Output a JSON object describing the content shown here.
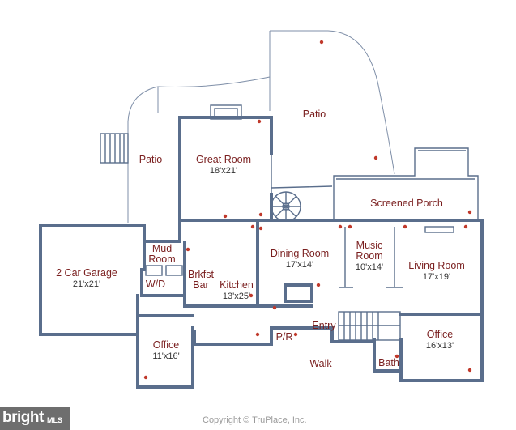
{
  "floor_plan": {
    "rooms": [
      {
        "id": "patio-upper",
        "name": "Patio",
        "dims": ""
      },
      {
        "id": "patio-left",
        "name": "Patio",
        "dims": ""
      },
      {
        "id": "great-room",
        "name": "Great Room",
        "dims": "18'x21'"
      },
      {
        "id": "screened-porch",
        "name": "Screened Porch",
        "dims": ""
      },
      {
        "id": "mud-room",
        "name": "Mud",
        "name2": "Room",
        "dims": ""
      },
      {
        "id": "two-car-garage",
        "name": "2 Car Garage",
        "dims": "21'x21'"
      },
      {
        "id": "washer-dryer",
        "name": "W/D",
        "dims": ""
      },
      {
        "id": "breakfast-bar",
        "name": "Brkfst",
        "name2": "Bar",
        "dims": ""
      },
      {
        "id": "kitchen",
        "name": "Kitchen",
        "dims": "13'x25'"
      },
      {
        "id": "dining-room",
        "name": "Dining Room",
        "dims": "17'x14'"
      },
      {
        "id": "music-room",
        "name": "Music",
        "name2": "Room",
        "dims": "10'x14'"
      },
      {
        "id": "living-room",
        "name": "Living Room",
        "dims": "17'x19'"
      },
      {
        "id": "entry",
        "name": "Entry",
        "dims": ""
      },
      {
        "id": "powder-room",
        "name": "P/R",
        "dims": ""
      },
      {
        "id": "office-left",
        "name": "Office",
        "dims": "11'x16'"
      },
      {
        "id": "office-right",
        "name": "Office",
        "dims": "16'x13'"
      },
      {
        "id": "walk",
        "name": "Walk",
        "dims": ""
      },
      {
        "id": "bath",
        "name": "Bath",
        "dims": ""
      }
    ]
  },
  "footer": {
    "copyright": "Copyright © TruPlace, Inc."
  },
  "watermark": {
    "logo_text": "bright",
    "logo_sub": "MLS"
  },
  "colors": {
    "wall": "#5a6e8c",
    "label": "#7a1f1f",
    "dimension": "#333333",
    "marker": "#c0392b"
  }
}
